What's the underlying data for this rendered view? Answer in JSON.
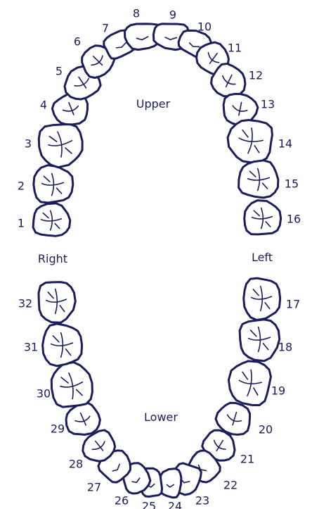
{
  "labels": {
    "upper": "Upper",
    "lower": "Lower",
    "right": "Right",
    "left": "Left"
  },
  "teeth": [
    {
      "number": "1"
    },
    {
      "number": "2"
    },
    {
      "number": "3"
    },
    {
      "number": "4"
    },
    {
      "number": "5"
    },
    {
      "number": "6"
    },
    {
      "number": "7"
    },
    {
      "number": "8"
    },
    {
      "number": "9"
    },
    {
      "number": "10"
    },
    {
      "number": "11"
    },
    {
      "number": "12"
    },
    {
      "number": "13"
    },
    {
      "number": "14"
    },
    {
      "number": "15"
    },
    {
      "number": "16"
    },
    {
      "number": "17"
    },
    {
      "number": "18"
    },
    {
      "number": "19"
    },
    {
      "number": "20"
    },
    {
      "number": "21"
    },
    {
      "number": "22"
    },
    {
      "number": "23"
    },
    {
      "number": "24"
    },
    {
      "number": "25"
    },
    {
      "number": "26"
    },
    {
      "number": "27"
    },
    {
      "number": "28"
    },
    {
      "number": "29"
    },
    {
      "number": "30"
    },
    {
      "number": "31"
    },
    {
      "number": "32"
    }
  ],
  "colors": {
    "ink": "#1b1d5c",
    "background": "#ffffff"
  }
}
